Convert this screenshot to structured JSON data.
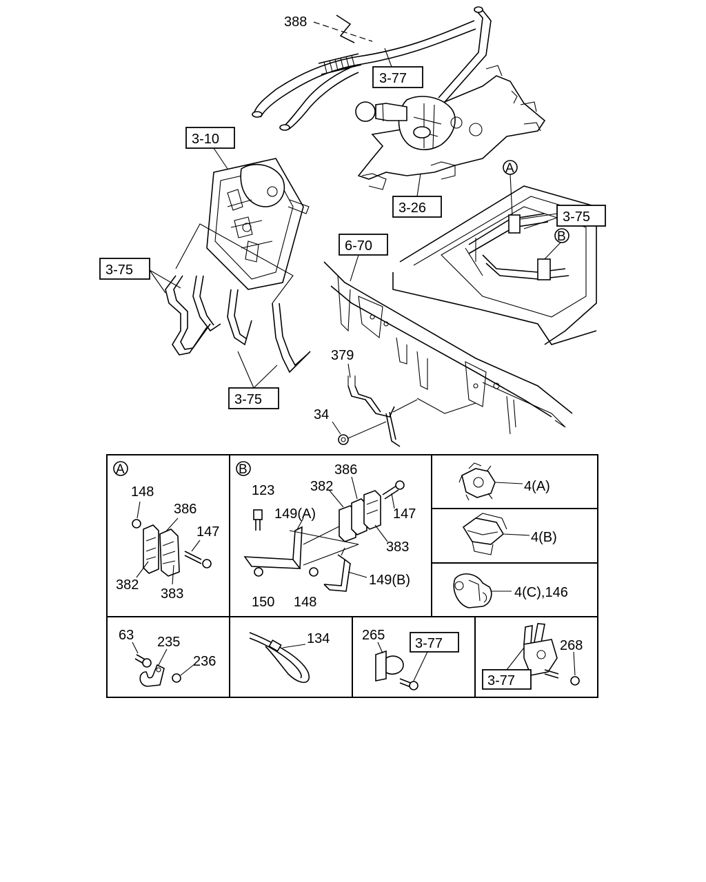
{
  "callouts": {
    "c388": "388",
    "ref_3_77_top": "3-77",
    "ref_3_10": "3-10",
    "ref_3_26": "3-26",
    "ref_3_75_right": "3-75",
    "ref_3_75_left": "3-75",
    "ref_3_75_bottom": "3-75",
    "ref_6_70": "6-70",
    "c379": "379",
    "c34": "34",
    "circle_a": "A",
    "circle_b": "B"
  },
  "detail_a": {
    "marker": "A",
    "labels": {
      "n148": "148",
      "n386": "386",
      "n147": "147",
      "n382": "382",
      "n383": "383"
    }
  },
  "detail_b": {
    "marker": "B",
    "labels": {
      "n386": "386",
      "n382": "382",
      "n123": "123",
      "n149a": "149(A)",
      "n147": "147",
      "n383": "383",
      "n149b": "149(B)",
      "n150": "150",
      "n148": "148"
    }
  },
  "detail_clips": {
    "c4a": "4(A)",
    "c4b": "4(B)",
    "c4c": "4(C),146"
  },
  "detail_bottom": {
    "n63": "63",
    "n235": "235",
    "n236": "236",
    "n134": "134",
    "n265": "265",
    "ref_3_77_a": "3-77",
    "ref_3_77_b": "3-77",
    "n268": "268"
  }
}
